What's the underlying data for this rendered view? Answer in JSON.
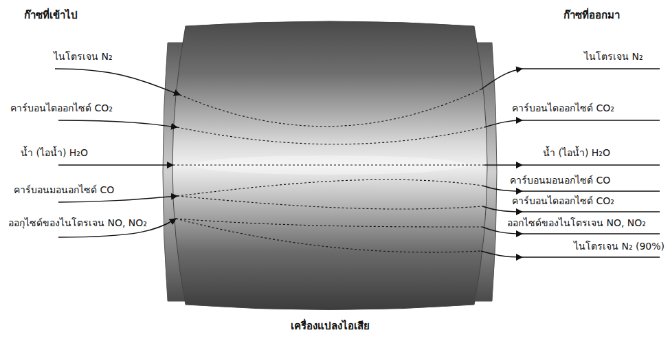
{
  "diagram": {
    "nodes": [
      {
        "text": [
          "เครื่องแปลงไอเสีย"
        ]
      }
    ],
    "labels": [
      "ก๊าซที่เข้าไป",
      "ก๊าซที่ออกมา",
      "ไนโตรเจน N₂",
      "คาร์บอนไดออกไซด์ CO₂",
      "น้ำ (ไอน้ำ) H₂O",
      "คาร์บอนมอนอกไซด์ CO",
      "ออกุไซด์ของไนโตรเจน NO, NO₂",
      "ไนโตรเจน N₂",
      "คาร์บอนไดออกไซด์ CO₂",
      "น้ำ (ไอน้ำ) H₂O",
      "คาร์บอนมอนอกไซด์ CO",
      "คาร์บอนไดออกไซด์ CO₂",
      "ออกไซด์ของไนโตรเจน NO, NO₂",
      "ไนโตรเจน N₂ (90%)"
    ]
  }
}
